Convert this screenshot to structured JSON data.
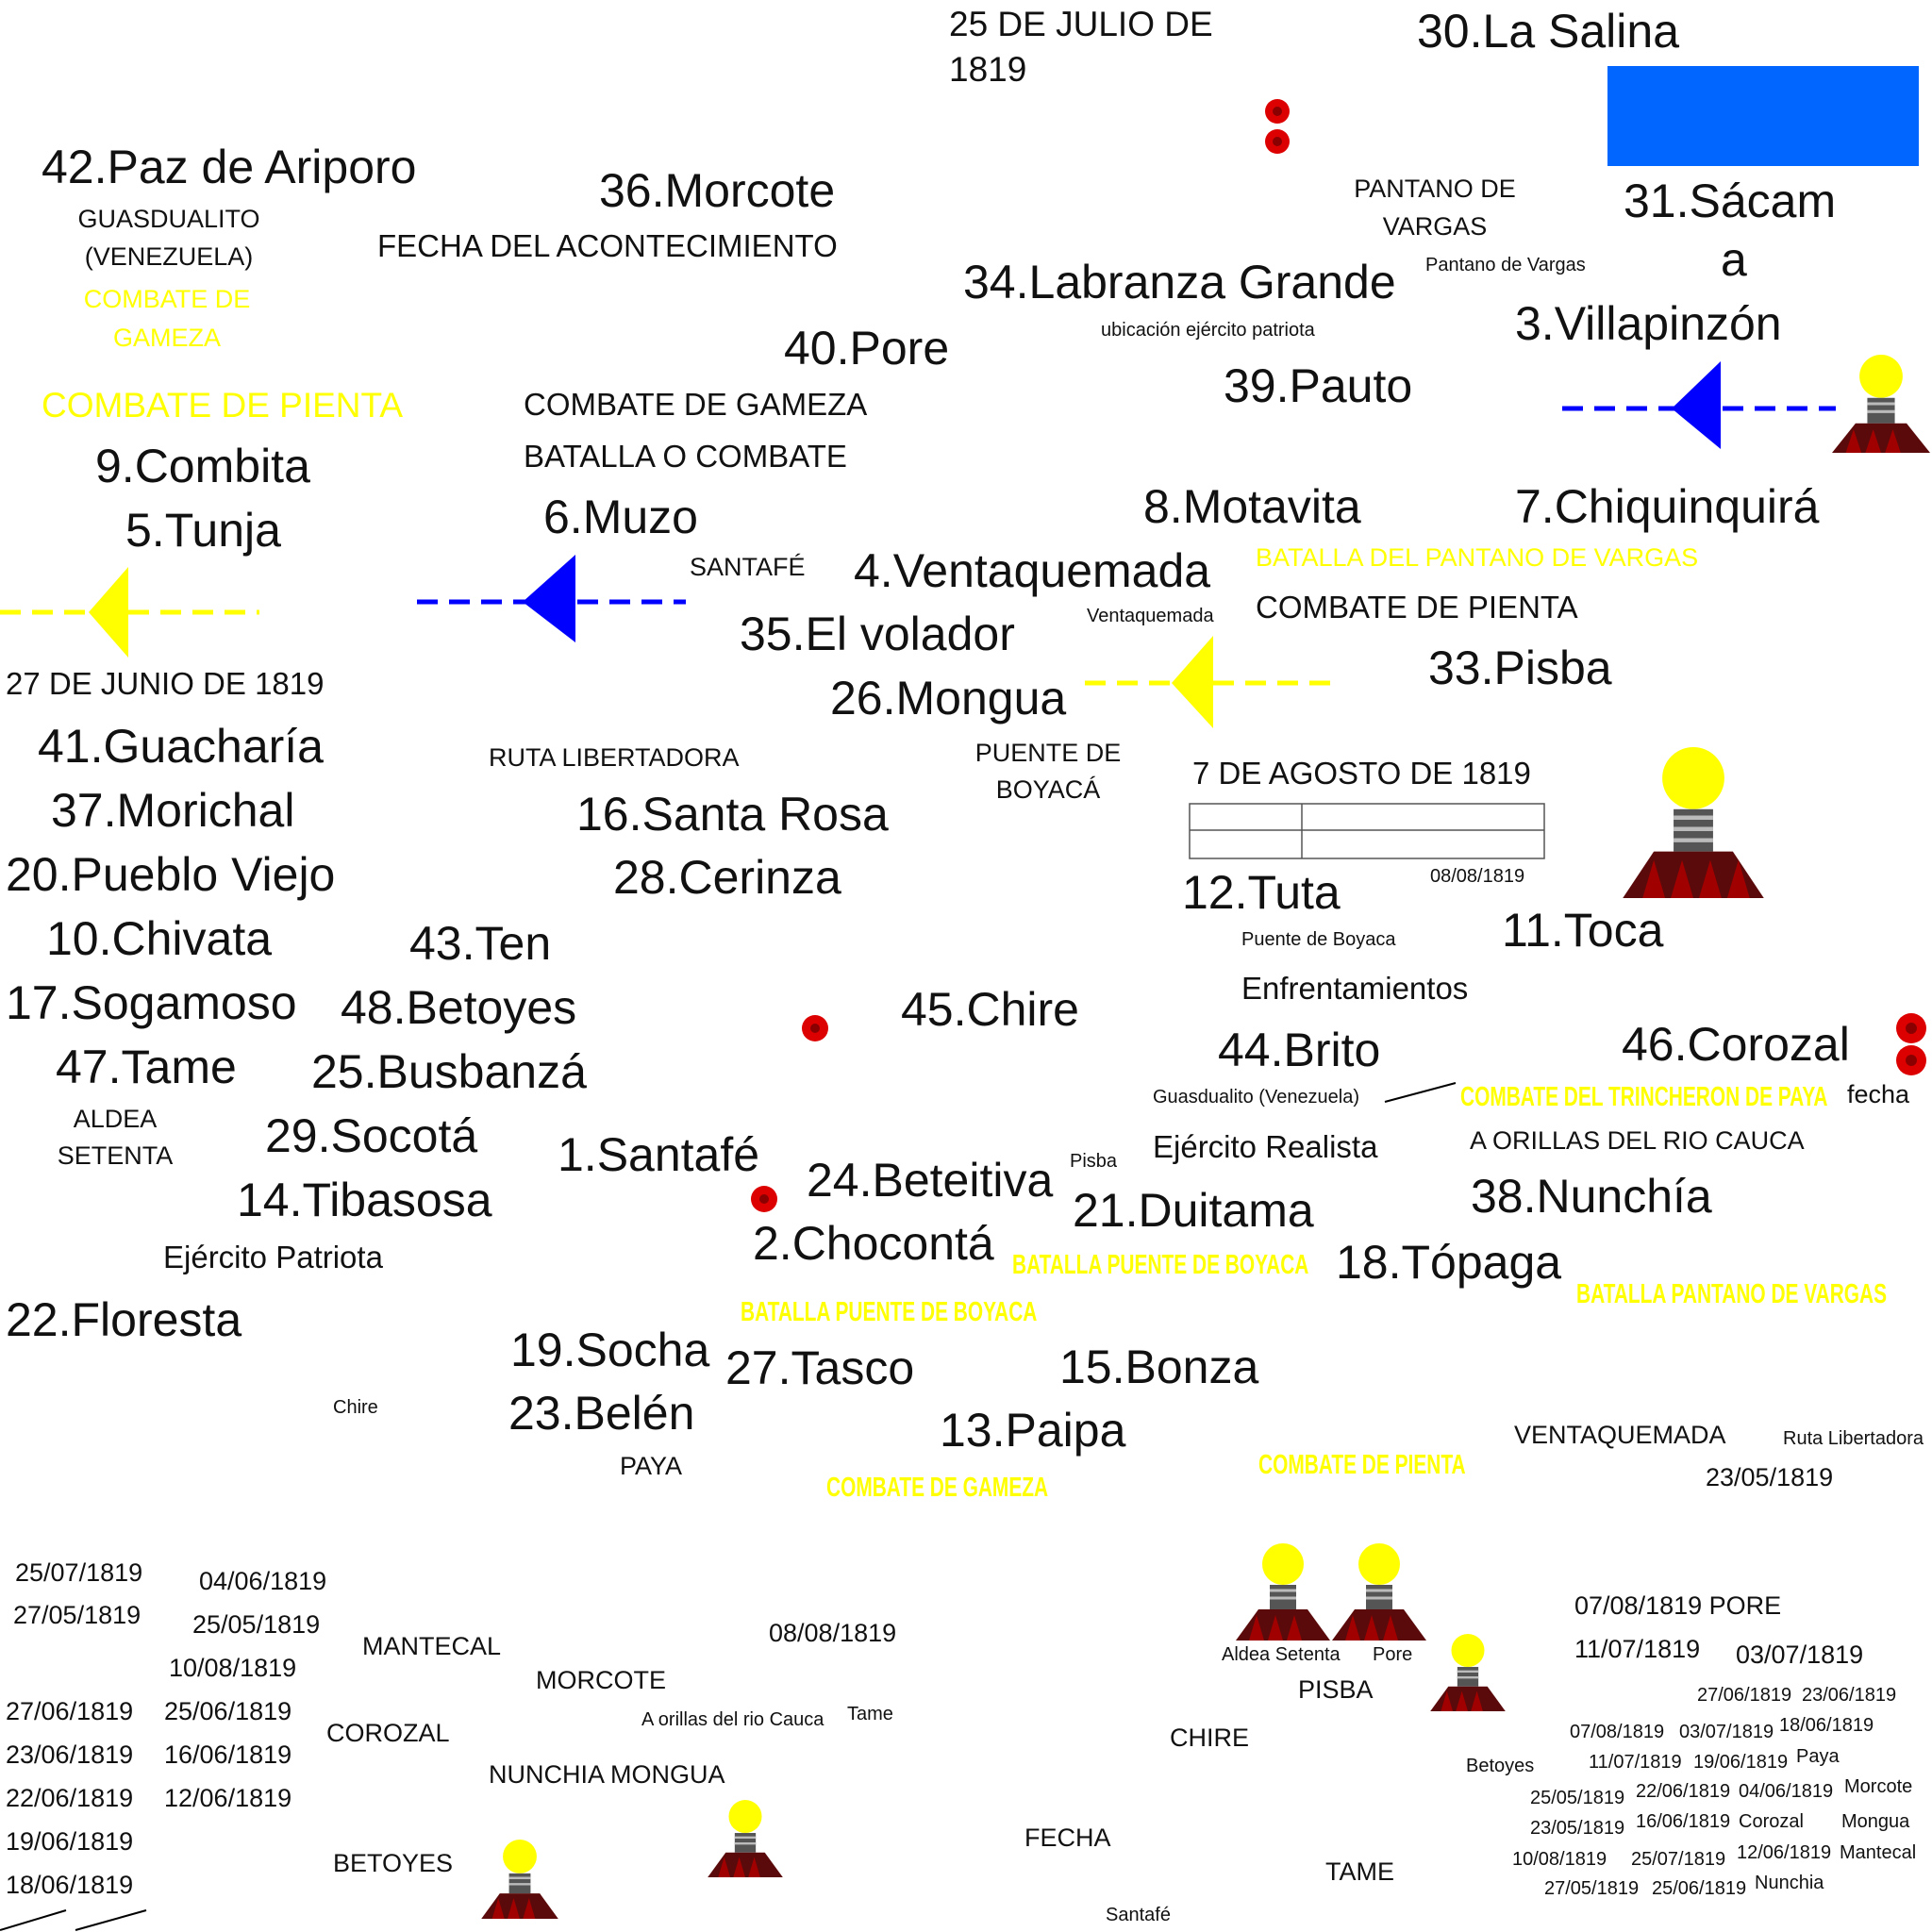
{
  "places": {
    "p1": "1.Santafé",
    "p2": "2.Chocontá",
    "p3": "3.Villapinzón",
    "p4": "4.Ventaquemada",
    "p5": "5.Tunja",
    "p6": "6.Muzo",
    "p7": "7.Chiquinquirá",
    "p8": "8.Motavita",
    "p9": "9.Combita",
    "p10": "10.Chivata",
    "p11": "11.Toca",
    "p12": "12.Tuta",
    "p13": "13.Paipa",
    "p14": "14.Tibasosa",
    "p15": "15.Bonza",
    "p16": "16.Santa Rosa",
    "p17": "17.Sogamoso",
    "p18": "18.Tópaga",
    "p19": "19.Socha",
    "p20": "20.Pueblo Viejo",
    "p21": "21.Duitama",
    "p22": "22.Floresta",
    "p23": "23.Belén",
    "p24": "24.Beteitiva",
    "p25": "25.Busbanzá",
    "p26": "26.Mongua",
    "p27": "27.Tasco",
    "p28": "28.Cerinza",
    "p29": "29.Socotá",
    "p30": "30.La Salina",
    "p31a": "31.Sácam",
    "p31b": "a",
    "p33": "33.Pisba",
    "p34": "34.Labranza Grande",
    "p35": "35.El volador",
    "p36": "36.Morcote",
    "p37": "37.Morichal",
    "p38": "38.Nunchía",
    "p39": "39.Pauto",
    "p40": "40.Pore",
    "p41": "41.Guacharía",
    "p42": "42.Paz de Ariporo",
    "p43": "43.Ten",
    "p44": "44.Brito",
    "p45": "45.Chire",
    "p46": "46.Corozal",
    "p47": "47.Tame",
    "p48": "48.Betoyes"
  },
  "labels": {
    "date_jul25_a": "25 DE JULIO DE",
    "date_jul25_b": "1819",
    "pantano_a": "PANTANO DE",
    "pantano_b": "VARGAS",
    "pantano_small": "Pantano de Vargas",
    "guasdualito_a": "GUASDUALITO",
    "guasdualito_b": "(VENEZUELA)",
    "fecha_acontecimiento": "FECHA DEL ACONTECIMIENTO",
    "ubicacion": "ubicación ejército patriota",
    "combate_gameza_caps": "COMBATE DE GAMEZA",
    "batalla_o_combate": "BATALLA O COMBATE",
    "santafe_caps": "SANTAFÉ",
    "ventaquemada_small": "Ventaquemada",
    "combate_pienta_black": "COMBATE DE PIENTA",
    "date_jun27": "27 DE JUNIO DE 1819",
    "ruta_libertadora_caps": "RUTA LIBERTADORA",
    "puente_a": "PUENTE DE",
    "puente_b": "BOYACÁ",
    "date_aug7": "7 DE AGOSTO DE 1819",
    "date_0808_small": "08/08/1819",
    "puente_small": "Puente de Boyaca",
    "enfrentamientos": "Enfrentamientos",
    "guasdualito_small": "Guasdualito (Venezuela)",
    "fecha_small": "fecha",
    "aldea_a": "ALDEA",
    "aldea_b": "SETENTA",
    "pisba_small": "Pisba",
    "ejercito_realista": "Ejército Realista",
    "orillas_caps": "A ORILLAS DEL RIO CAUCA",
    "ejercito_patriota": "Ejército Patriota",
    "chire_small": "Chire",
    "paya_caps": "PAYA",
    "ventaquemada_caps": "VENTAQUEMADA",
    "ruta_small": "Ruta Libertadora",
    "date_230519": "23/05/1819",
    "mantecal": "MANTECAL",
    "morcote_caps": "MORCOTE",
    "corozal_caps": "COROZAL",
    "nunchia_mongua": "NUNCHIA MONGUA",
    "betoyes_caps": "BETOYES",
    "orillas_small": "A orillas del rio Cauca",
    "tame_small": "Tame",
    "date_080819": "08/08/1819",
    "aldea_small": "Aldea Setenta",
    "pore_small": "Pore",
    "pisba_caps": "PISBA",
    "chire_caps": "CHIRE",
    "fecha_caps": "FECHA",
    "tame_caps": "TAME",
    "santafe_small": "Santafé",
    "betoyes_small": "Betoyes"
  },
  "yellow_labels": {
    "gameza_a": "COMBATE DE",
    "gameza_b": "GAMEZA",
    "pienta_big": "COMBATE DE PIENTA",
    "pantano_battle": "BATALLA DEL PANTANO DE  VARGAS",
    "trincheron": "COMBATE DEL TRINCHERON DE PAYA",
    "puente1": "BATALLA PUENTE DE BOYACA",
    "puente2": "BATALLA PUENTE DE BOYACA",
    "pantano2": "BATALLA PANTANO DE VARGAS",
    "pienta2": "COMBATE DE PIENTA",
    "gameza2": "COMBATE DE GAMEZA"
  },
  "dates_left": {
    "d1": "25/07/1819",
    "d2": "04/06/1819",
    "d3": "27/05/1819",
    "d4": "25/05/1819",
    "d5": "10/08/1819",
    "d6": "27/06/1819",
    "d7": "25/06/1819",
    "d8": "23/06/1819",
    "d9": "16/06/1819",
    "d10": "22/06/1819",
    "d11": "12/06/1819",
    "d12": "19/06/1819",
    "d13": "18/06/1819"
  },
  "dates_right": {
    "r1": "07/08/1819 PORE",
    "r2": "11/07/1819",
    "r3": "03/07/1819",
    "r4": "27/06/1819",
    "r5": "23/06/1819",
    "r6": "07/08/1819",
    "r7": "03/07/1819",
    "r8": "18/06/1819",
    "r9": "11/07/1819",
    "r10": "19/06/1819",
    "r11": "Paya",
    "r12": "25/05/1819",
    "r13": "22/06/1819",
    "r14": "04/06/1819",
    "r15": "Morcote",
    "r16": "23/05/1819",
    "r17": "16/06/1819",
    "r18": "Corozal",
    "r19": "Mongua",
    "r20": "10/08/1819",
    "r21": "25/07/1819",
    "r22": "12/06/1819",
    "r23": "Mantecal",
    "r24": "27/05/1819",
    "r25": "25/06/1819",
    "r26": "Nunchia"
  },
  "colors": {
    "blue": "#0000ff",
    "yellow": "#ffff00",
    "accent_blue": "#0066ff",
    "red": "#dd0000",
    "dark_red": "#5a0a0a"
  },
  "icons": {
    "arrow": "arrow-left-icon",
    "lamp": "lamp-icon",
    "pin": "red-pin-icon"
  }
}
